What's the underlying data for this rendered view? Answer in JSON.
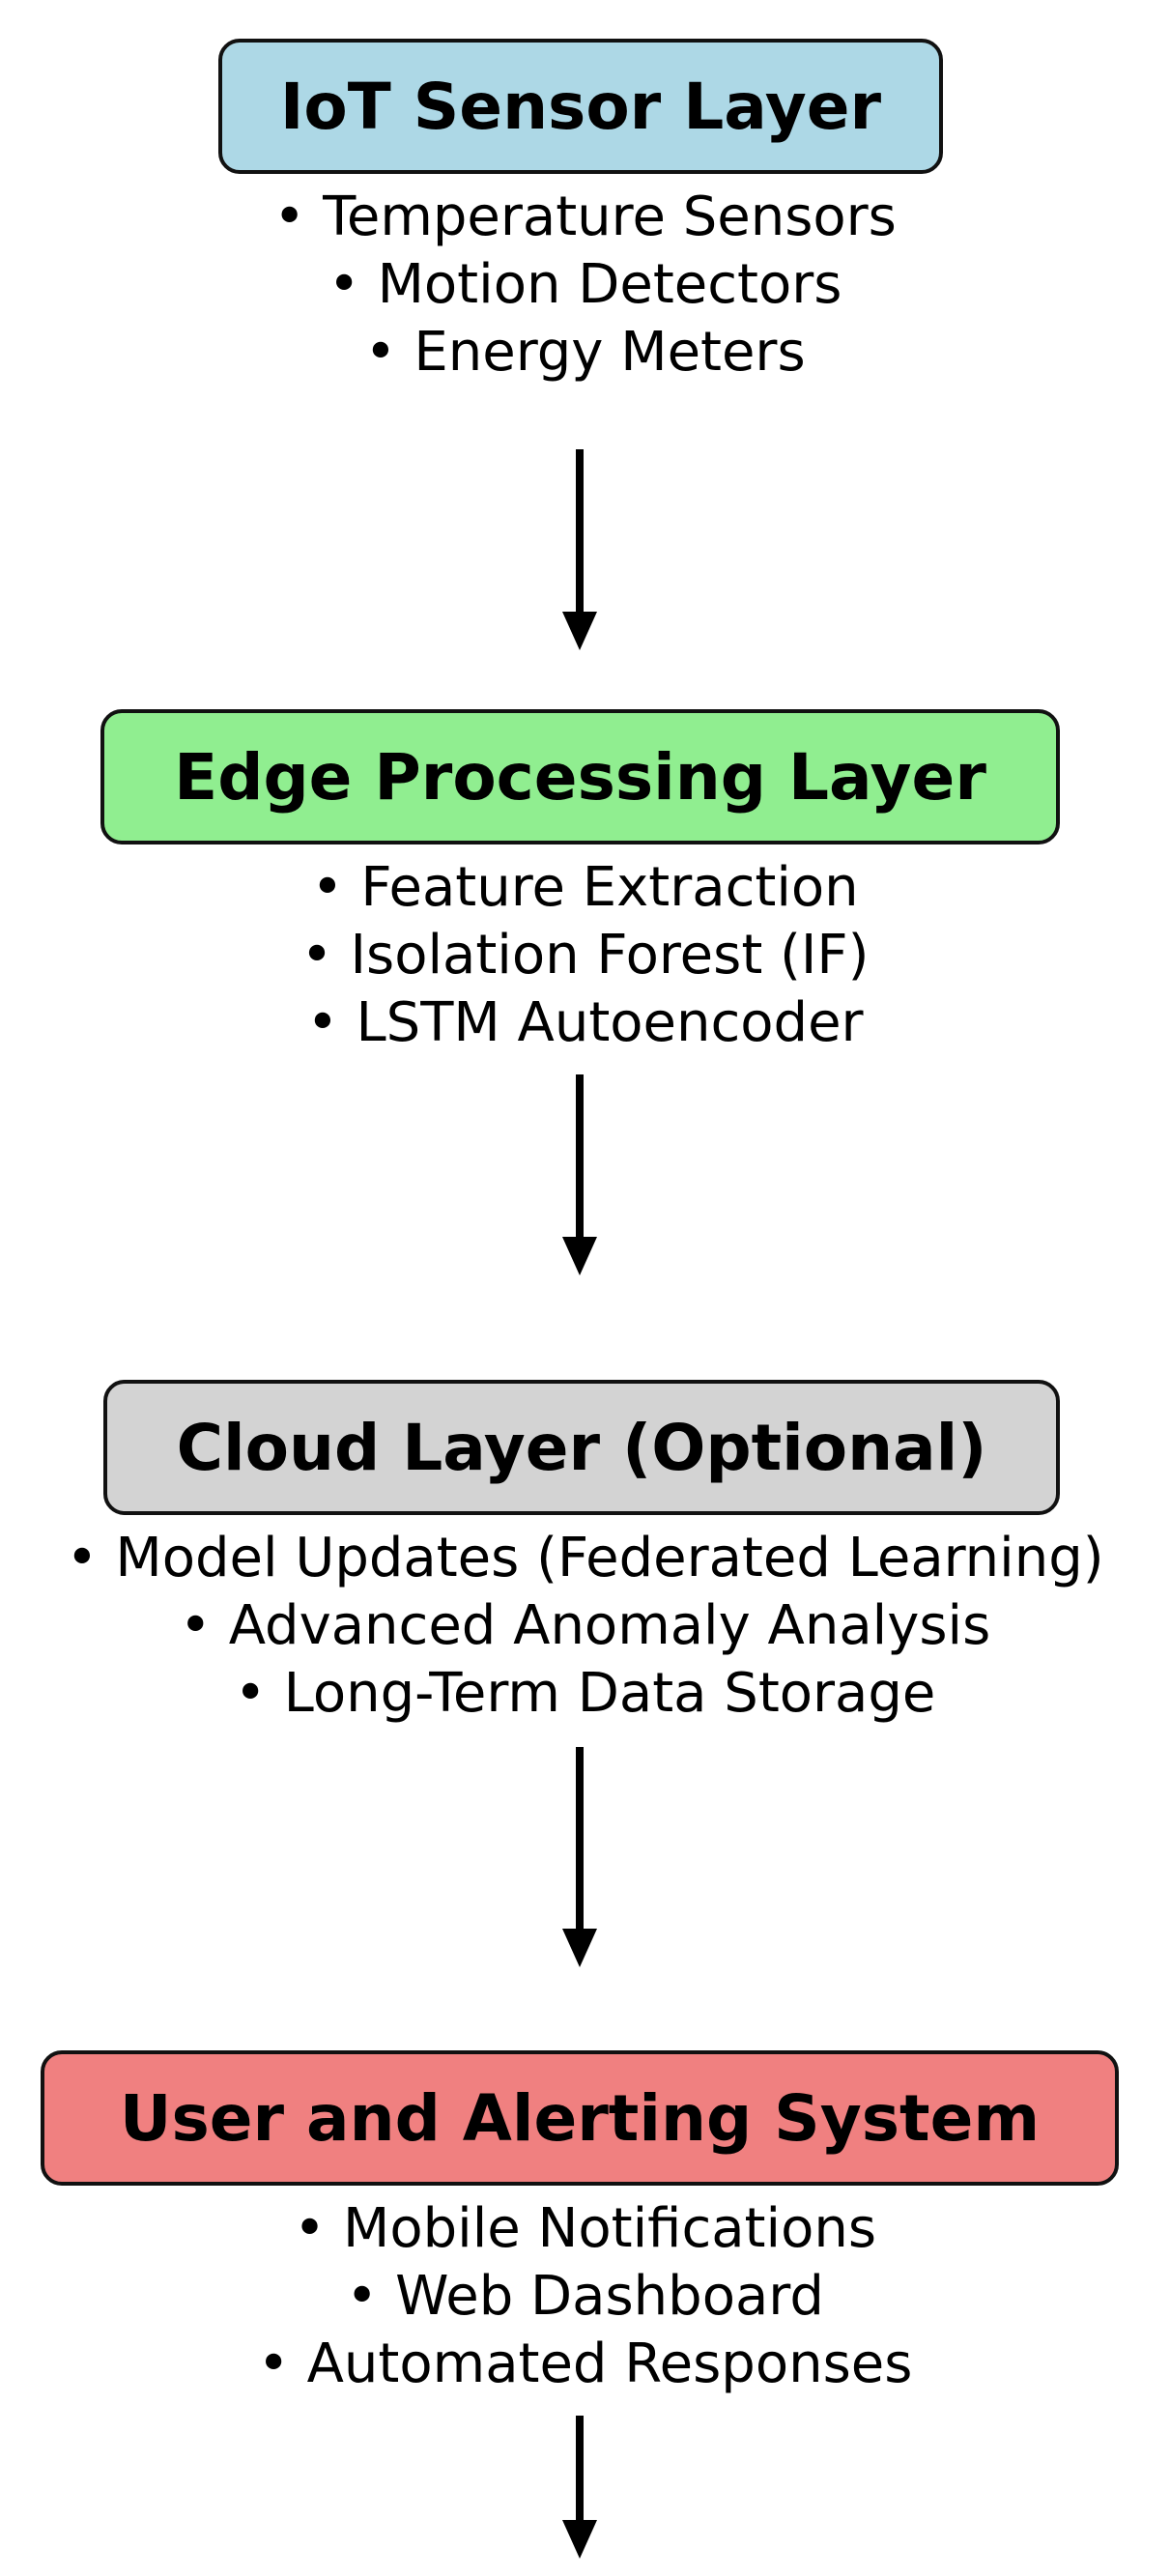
{
  "layers": [
    {
      "title": "IoT Sensor Layer",
      "fill": "#ADD8E6",
      "bullets": [
        "Temperature Sensors",
        "Motion Detectors",
        "Energy Meters"
      ]
    },
    {
      "title": "Edge Processing Layer",
      "fill": "#90EE90",
      "bullets": [
        "Feature Extraction",
        "Isolation Forest (IF)",
        "LSTM Autoencoder"
      ]
    },
    {
      "title": "Cloud Layer (Optional)",
      "fill": "#D3D3D3",
      "bullets": [
        "Model Updates (Federated Learning)",
        "Advanced Anomaly Analysis",
        "Long-Term Data Storage"
      ]
    },
    {
      "title": "User and Alerting System",
      "fill": "#F08080",
      "bullets": [
        "Mobile Notifications",
        "Web Dashboard",
        "Automated Responses"
      ]
    }
  ],
  "bullet_glyph": "•",
  "arrow_color": "#000000",
  "border_color": "#111111"
}
